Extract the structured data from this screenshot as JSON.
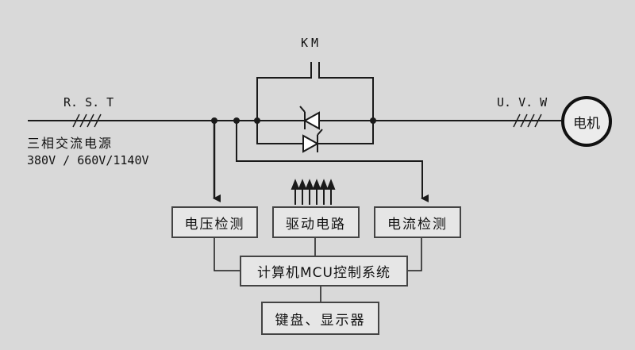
{
  "colors": {
    "background": "#d9d9d9",
    "line": "#1a1a1a",
    "box_border": "#444444"
  },
  "contactor_label": "KM",
  "input_phase_label": "R. S. T",
  "output_phase_label": "U. V. W",
  "power_source": {
    "line1": "三相交流电源",
    "line2": "380V / 660V/1140V"
  },
  "motor": {
    "label": "电机"
  },
  "blocks": {
    "voltage_detect": "电压检测",
    "drive_circuit": "驱动电路",
    "current_detect": "电流检测",
    "mcu_control": "计算机MCU控制系统",
    "keyboard_display": "键盘、显示器"
  },
  "icons": {
    "contactor": "contactor-switch-icon",
    "thyristor": "thyristor-icon",
    "motor": "motor-circle-icon"
  }
}
